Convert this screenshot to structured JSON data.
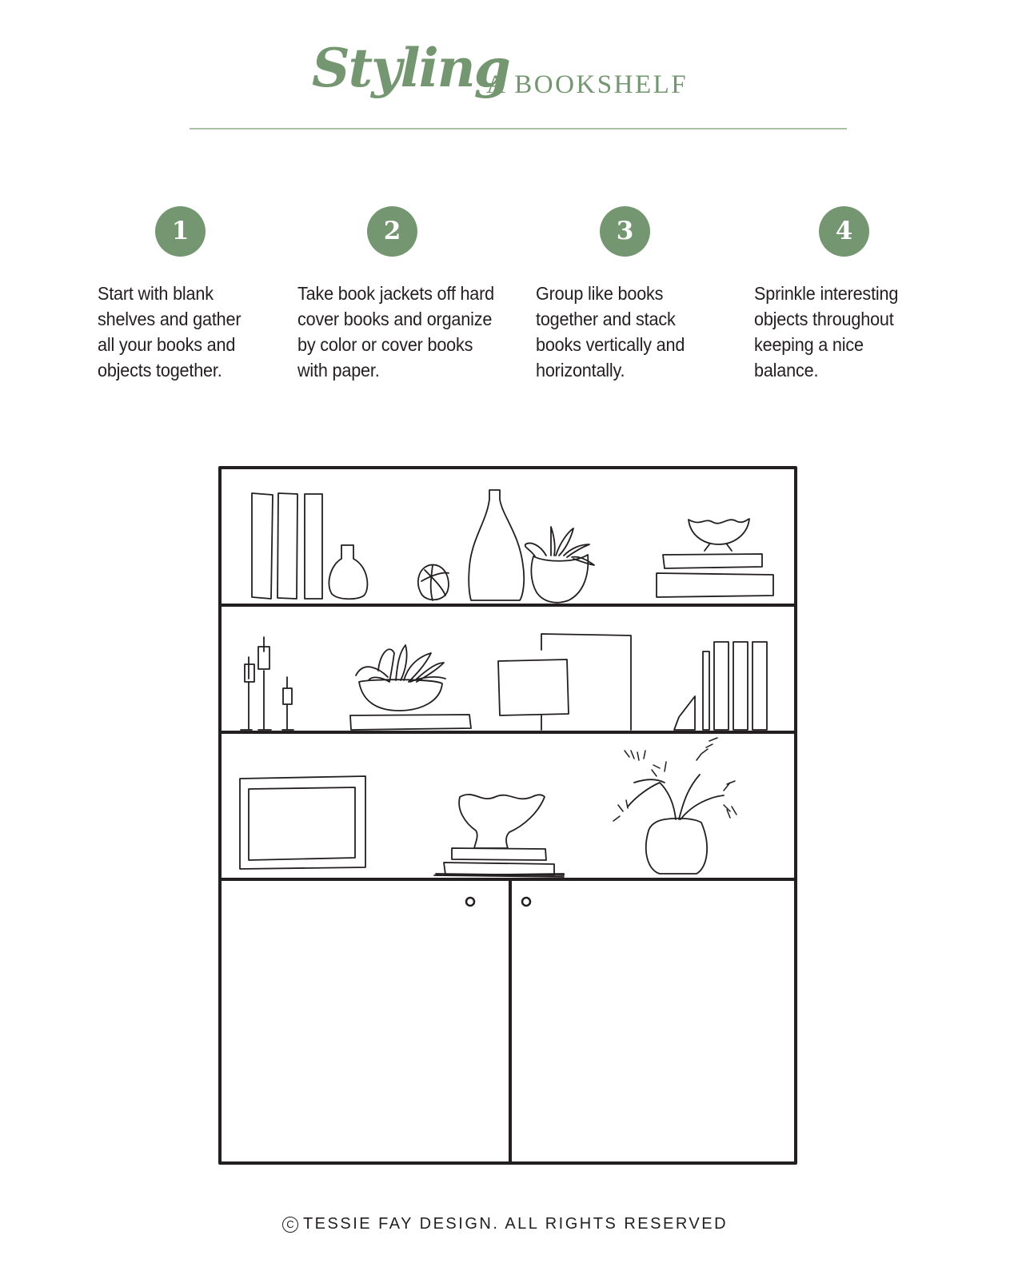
{
  "header": {
    "title_script": "Styling",
    "title_caps": "A BOOKSHELF",
    "accent_color": "#749670",
    "rule_color": "#a9c0a4"
  },
  "steps": [
    {
      "number": "1",
      "text": "Start with blank shelves and gather all your books and objects together."
    },
    {
      "number": "2",
      "text": "Take book jackets off hard cover books and organize by color or cover books with paper."
    },
    {
      "number": "3",
      "text": "Group like books together and stack books vertically and horizontally."
    },
    {
      "number": "4",
      "text": "Sprinkle interesting objects throughout keeping a nice balance."
    }
  ],
  "illustration": {
    "description": "Line drawing of a styled bookshelf with three open shelves and a two-door cabinet",
    "shelves": [
      {
        "name": "top-shelf",
        "items": [
          "three upright books",
          "small bud vase",
          "woven ball",
          "tall bottle vase",
          "potted succulent",
          "footed bowl on stacked books"
        ]
      },
      {
        "name": "middle-shelf",
        "items": [
          "three candlesticks",
          "plant in bowl on book",
          "leaning framed art",
          "bookend and upright books"
        ]
      },
      {
        "name": "bottom-shelf",
        "items": [
          "framed picture",
          "footed bowl on three stacked books",
          "vase with leafy branches"
        ]
      }
    ],
    "cabinet": {
      "doors": 2,
      "knobs": 2
    }
  },
  "footer": {
    "copyright_symbol": "C",
    "text": "TESSIE FAY DESIGN. ALL RIGHTS RESERVED"
  }
}
